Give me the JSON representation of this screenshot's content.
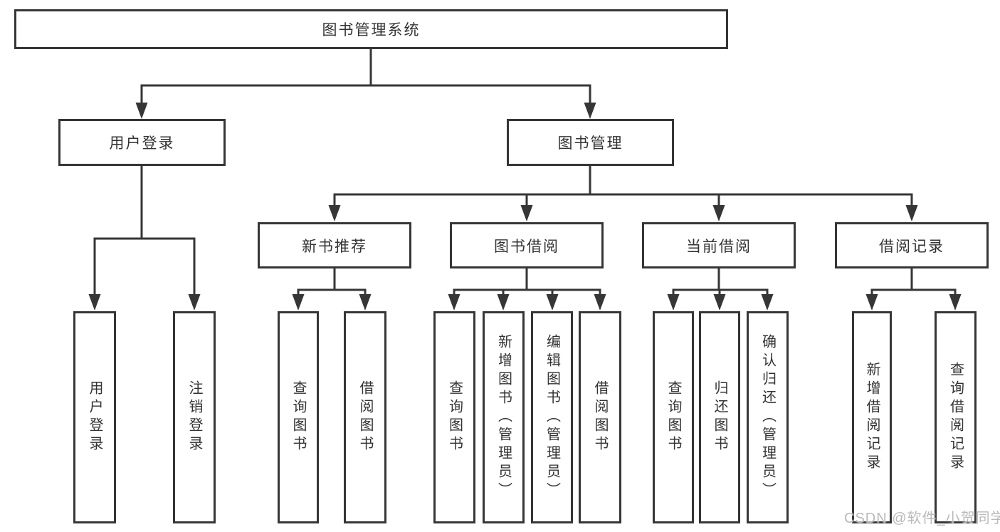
{
  "tree": {
    "root": "图书管理系统",
    "branches": [
      {
        "label": "用户登录",
        "children": [
          "用户登录",
          "注销登录"
        ]
      },
      {
        "label": "图书管理",
        "children": [
          {
            "label": "新书推荐",
            "children": [
              "查询图书",
              "借阅图书"
            ]
          },
          {
            "label": "图书借阅",
            "children": [
              "查询图书",
              "新增图书（管理员）",
              "编辑图书（管理员）",
              "借阅图书"
            ]
          },
          {
            "label": "当前借阅",
            "children": [
              "查询图书",
              "归还图书",
              "确认归还（管理员）"
            ]
          },
          {
            "label": "借阅记录",
            "children": [
              "新增借阅记录",
              "查询借阅记录"
            ]
          }
        ]
      }
    ]
  },
  "watermark": {
    "text": "CSDN @软件_小贺同学"
  },
  "colors": {
    "line": "#363636",
    "text": "#333333",
    "background": "#ffffff",
    "watermark": "#b9b9b9"
  }
}
